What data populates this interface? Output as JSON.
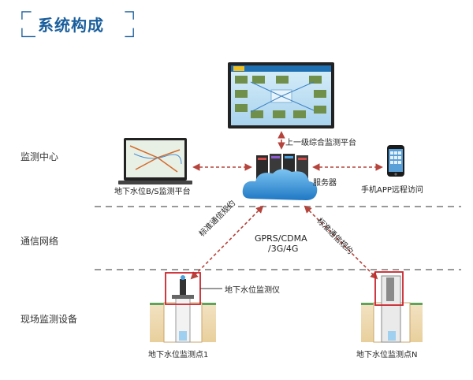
{
  "title": "系统构成",
  "sections": {
    "center": "监测中心",
    "network": "通信网络",
    "field": "现场监测设备"
  },
  "labels": {
    "upper_platform": "上一级综合监测平台",
    "bs_platform": "地下水位B/S监测平台",
    "server": "服务器",
    "app": "手机APP远程访问",
    "protocol_left": "标准通信规约",
    "protocol_right": "标准通信规约",
    "gprs_line1": "GPRS/CDMA",
    "gprs_line2": "/3G/4G",
    "monitor_device": "地下水位监测仪",
    "point_1": "地下水位监测点1",
    "point_n": "地下水位监测点N"
  },
  "colors": {
    "accent": "#1a5e9c",
    "arrow": "#b5443c",
    "dash": "#999999",
    "highlight": "#c9252c",
    "cloud": "#2f8fd6"
  }
}
